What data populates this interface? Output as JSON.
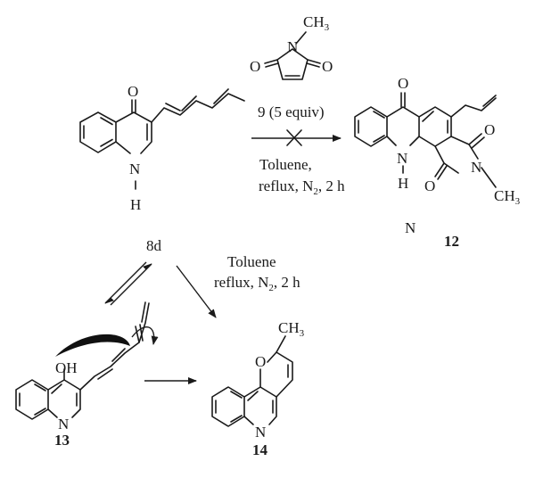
{
  "atoms": {
    "O": "O",
    "N": "N",
    "H": "H",
    "OH": "OH",
    "CH": "CH",
    "three": "3",
    "two": "2",
    "dash": "-"
  },
  "compounds": {
    "c9": "9",
    "c8d": "8d",
    "c12": "12",
    "c13": "13",
    "c14": "14",
    "stray_n": "N"
  },
  "conditions": {
    "top": {
      "reagent": "9 (5 equiv)",
      "line1": "Toluene,",
      "line2_prefix": "reflux, N",
      "line2_suffix": ", 2 h"
    },
    "mid": {
      "line1": "Toluene",
      "line2_prefix": "reflux, N",
      "line2_suffix": ", 2 h"
    }
  },
  "colors": {
    "ink": "#1a1a1a",
    "background": "#ffffff"
  }
}
